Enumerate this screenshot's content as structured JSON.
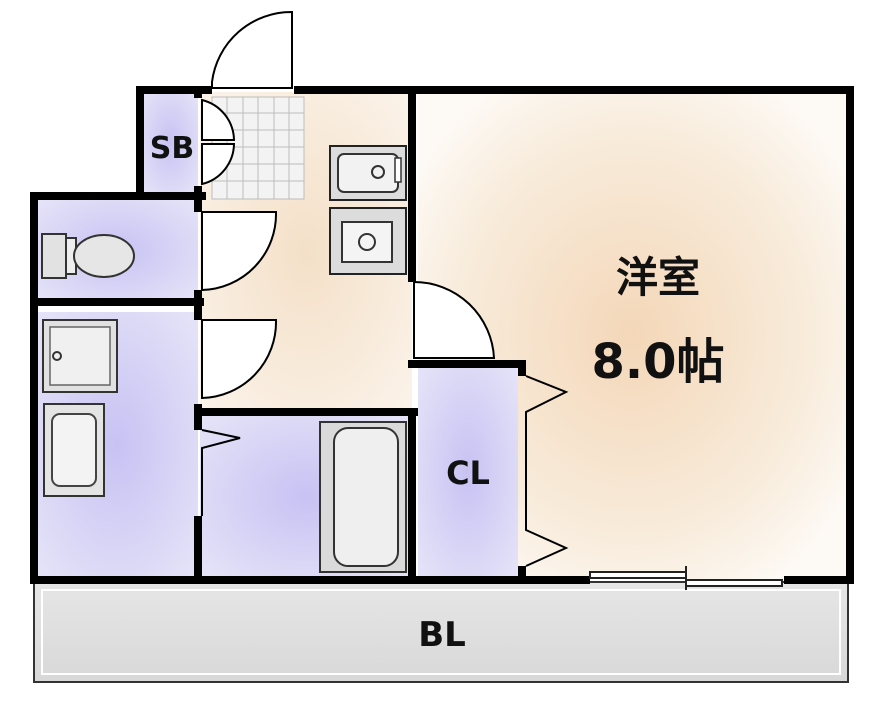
{
  "rooms": {
    "western_room": {
      "name": "洋室",
      "size": "8.0帖"
    },
    "storage_box": {
      "label": "SB"
    },
    "closet": {
      "label": "CL"
    },
    "balcony": {
      "label": "BL"
    }
  },
  "colors": {
    "wall": "#000000",
    "room_floor": "#f7efe4",
    "room_floor_center": "#f5dcc0",
    "wet_area": "#d9d6f5",
    "wet_area_center": "#c7c1f2",
    "kitchen_floor": "#f6e8d6",
    "balcony_floor": "#e2e2e2",
    "fixture": "#dedede"
  }
}
